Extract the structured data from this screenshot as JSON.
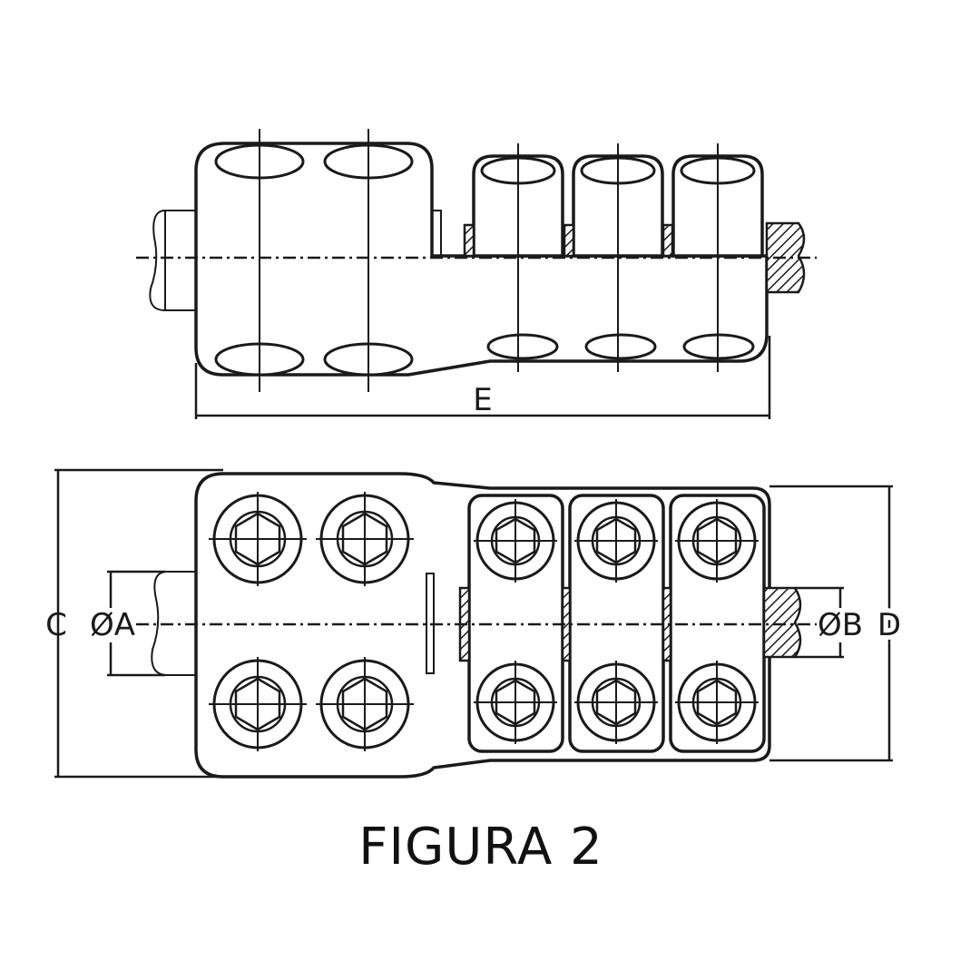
{
  "labels": {
    "dim_e": "E",
    "dim_c": "C",
    "dim_d": "D",
    "dim_a": "ØA",
    "dim_b": "ØB"
  },
  "caption": "FIGURA 2",
  "colors": {
    "line": "#1a1a1a",
    "background": "#ffffff"
  }
}
